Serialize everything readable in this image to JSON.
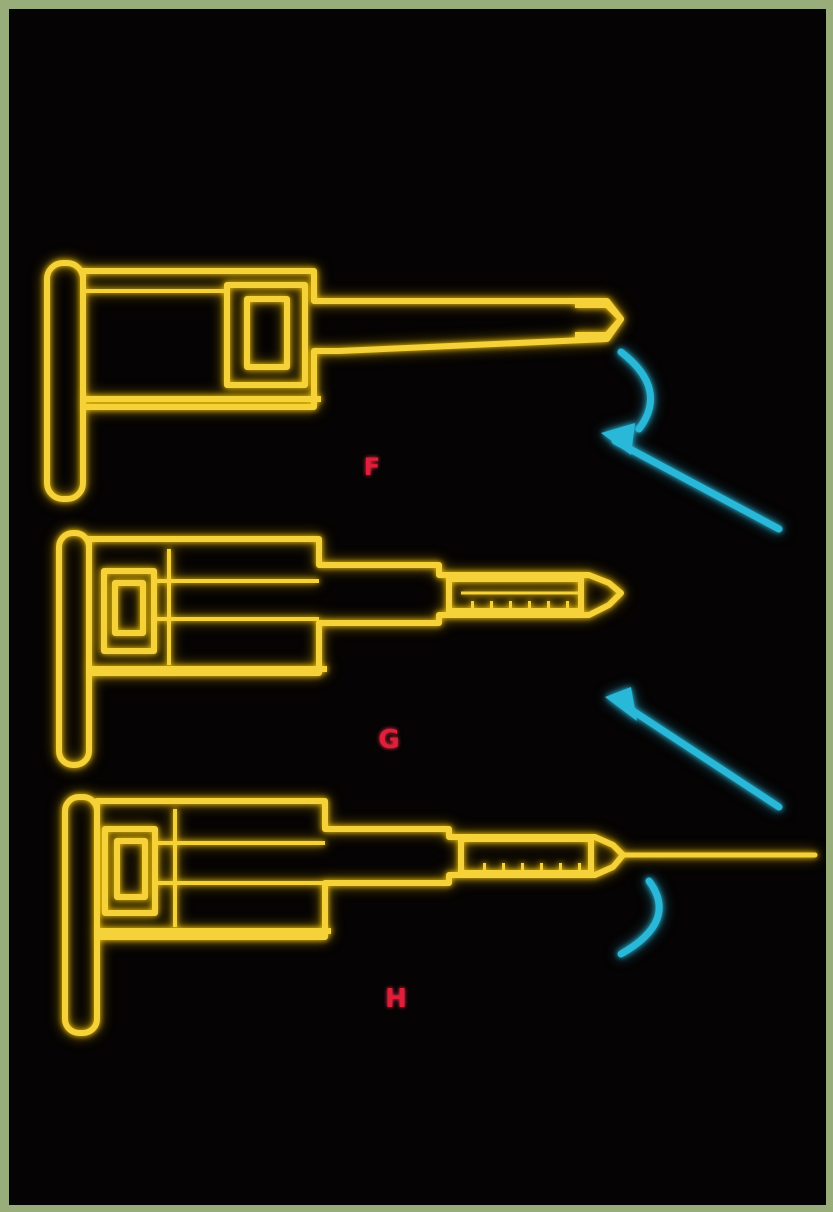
{
  "labels": {
    "f": "F",
    "g": "G",
    "h": "H"
  },
  "colors": {
    "border": "#98ad79",
    "background": "#050303",
    "syringe_outline": "#f5d13a",
    "syringe_glow": "#f2b800",
    "needle": "#2ab8d8",
    "label": "#e0203a"
  }
}
